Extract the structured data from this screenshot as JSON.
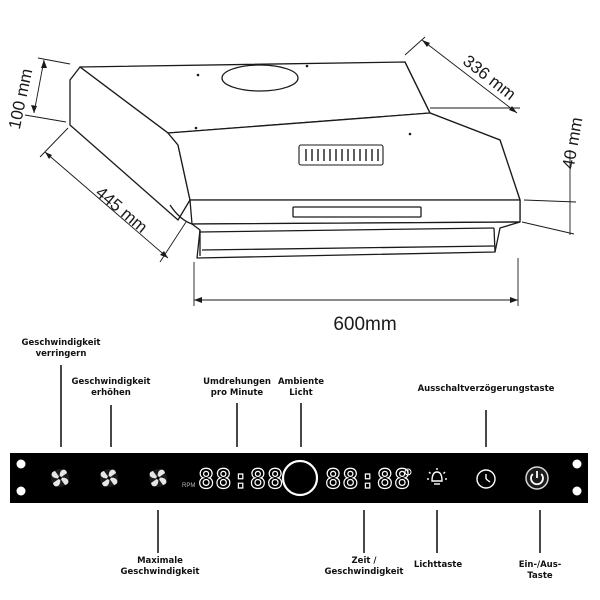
{
  "diagram": {
    "dimensions": {
      "height": "100 mm",
      "depth": "336 mm",
      "side_depth": "445 mm",
      "front_height": "40 mm",
      "width": "600mm"
    },
    "callouts": {
      "speed_down": "Geschwindigkeit\nverringern",
      "speed_up": "Geschwindigkeit\nerhöhen",
      "rpm": "Umdrehungen\npro Minute",
      "ambient": "Ambiente\nLicht",
      "delay": "Ausschaltverzögerungstaste",
      "max_speed": "Maximale\nGeschwindigkeit",
      "time_speed": "Zeit /\nGeschwindigkeit",
      "light_button": "Lichttaste",
      "power_button": "Ein-/Aus-Taste"
    },
    "panel": {
      "rpm_label": "RPM",
      "display_left": "88:88",
      "display_right": "88:88"
    },
    "colors": {
      "panel": "#000000",
      "segment": "#ffffff",
      "line": "#1a1a1a"
    },
    "icons": [
      "fan-low-icon",
      "fan-mid-icon",
      "fan-max-icon",
      "ambient-ring-icon",
      "lamp-icon",
      "clock-icon",
      "power-icon"
    ]
  }
}
